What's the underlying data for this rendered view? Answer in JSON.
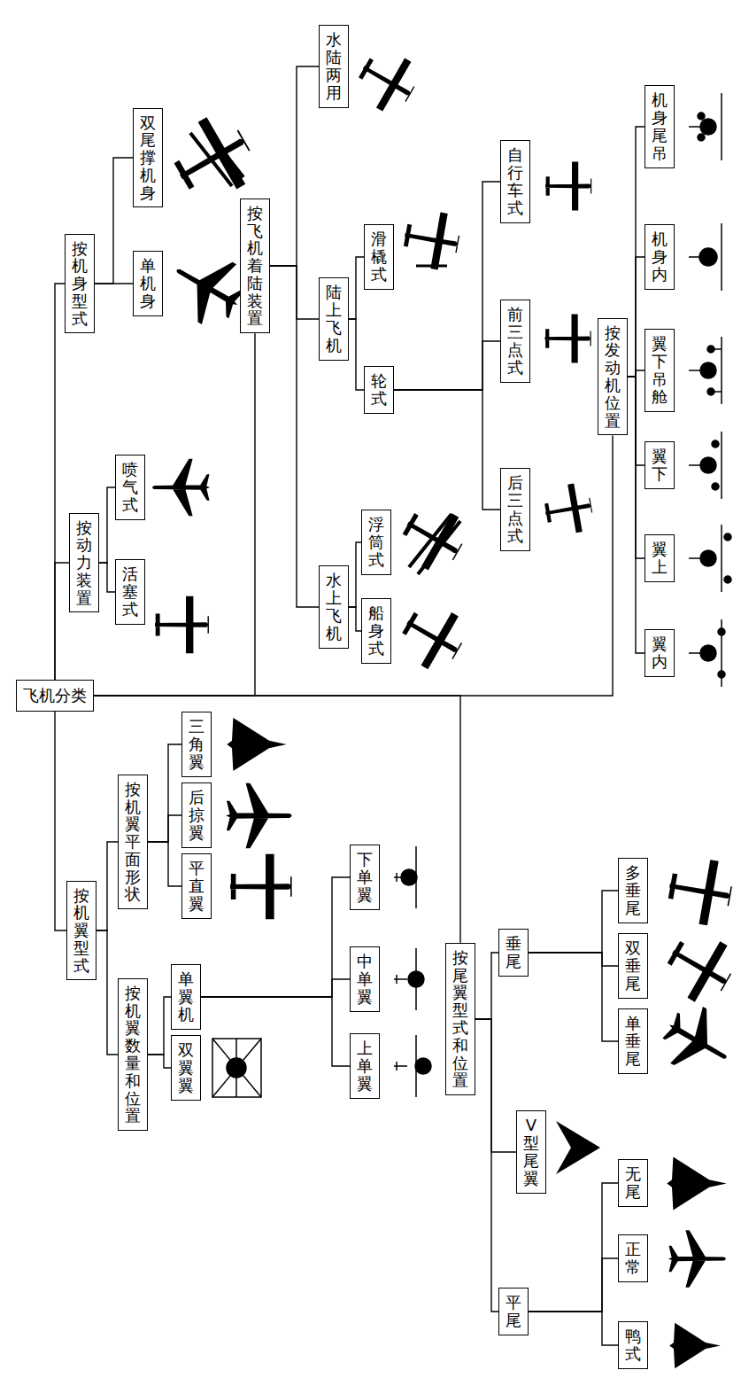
{
  "diagram": {
    "nodes": [
      {
        "text": [
          "飞机分类"
        ]
      },
      {
        "text": [
          "按机翼型式"
        ]
      },
      {
        "text": [
          "按机翼数量和位置"
        ]
      },
      {
        "text": [
          "双翼翼"
        ]
      },
      {
        "text": [
          "单翼机"
        ]
      },
      {
        "text": [
          "上单翼"
        ]
      },
      {
        "text": [
          "中单翼"
        ]
      },
      {
        "text": [
          "下单翼"
        ]
      },
      {
        "text": [
          "按机翼平面形状"
        ]
      },
      {
        "text": [
          "平直翼"
        ]
      },
      {
        "text": [
          "后掠翼"
        ]
      },
      {
        "text": [
          "三角翼"
        ]
      },
      {
        "text": [
          "按尾翼型式和位置"
        ]
      },
      {
        "text": [
          "平尾"
        ]
      },
      {
        "text": [
          "鸭式"
        ]
      },
      {
        "text": [
          "正常"
        ]
      },
      {
        "text": [
          "无尾"
        ]
      },
      {
        "text": [
          "V型尾翼"
        ]
      },
      {
        "text": [
          "垂尾"
        ]
      },
      {
        "text": [
          "单垂尾"
        ]
      },
      {
        "text": [
          "双垂尾"
        ]
      },
      {
        "text": [
          "多垂尾"
        ]
      },
      {
        "text": [
          "按动力装置"
        ]
      },
      {
        "text": [
          "活塞式"
        ]
      },
      {
        "text": [
          "喷气式"
        ]
      },
      {
        "text": [
          "按机身型式"
        ]
      },
      {
        "text": [
          "单机身"
        ]
      },
      {
        "text": [
          "双尾撑机身"
        ]
      },
      {
        "text": [
          "按飞机着陆装置"
        ]
      },
      {
        "text": [
          "水上飞机"
        ]
      },
      {
        "text": [
          "船身式"
        ]
      },
      {
        "text": [
          "浮筒式"
        ]
      },
      {
        "text": [
          "陆上飞机"
        ]
      },
      {
        "text": [
          "轮式"
        ]
      },
      {
        "text": [
          "后三点式"
        ]
      },
      {
        "text": [
          "前三点式"
        ]
      },
      {
        "text": [
          "自行车式"
        ]
      },
      {
        "text": [
          "滑橇式"
        ]
      },
      {
        "text": [
          "水陆两用"
        ]
      },
      {
        "text": [
          "按发动机位置"
        ]
      },
      {
        "text": [
          "翼内"
        ]
      },
      {
        "text": [
          "翼上"
        ]
      },
      {
        "text": [
          "翼下"
        ]
      },
      {
        "text": [
          "翼下吊舱"
        ]
      },
      {
        "text": [
          "机身内"
        ]
      },
      {
        "text": [
          "机身尾吊"
        ]
      }
    ],
    "edges": [
      {
        "from": 0,
        "to": 1,
        "arrow": "none"
      },
      {
        "from": 0,
        "to": 22,
        "arrow": "none"
      },
      {
        "from": 0,
        "to": 25,
        "arrow": "none"
      },
      {
        "from": 0,
        "to": 28,
        "arrow": "none"
      },
      {
        "from": 0,
        "to": 12,
        "arrow": "none"
      },
      {
        "from": 0,
        "to": 39,
        "arrow": "none"
      },
      {
        "from": 1,
        "to": 2,
        "arrow": "none"
      },
      {
        "from": 1,
        "to": 8,
        "arrow": "none"
      },
      {
        "from": 2,
        "to": 3,
        "arrow": "none"
      },
      {
        "from": 2,
        "to": 4,
        "arrow": "none"
      },
      {
        "from": 4,
        "to": 5,
        "arrow": "none"
      },
      {
        "from": 4,
        "to": 6,
        "arrow": "none"
      },
      {
        "from": 4,
        "to": 7,
        "arrow": "none"
      },
      {
        "from": 8,
        "to": 9,
        "arrow": "none"
      },
      {
        "from": 8,
        "to": 10,
        "arrow": "none"
      },
      {
        "from": 8,
        "to": 11,
        "arrow": "none"
      },
      {
        "from": 12,
        "to": 13,
        "arrow": "none"
      },
      {
        "from": 12,
        "to": 17,
        "arrow": "none"
      },
      {
        "from": 12,
        "to": 18,
        "arrow": "none"
      },
      {
        "from": 13,
        "to": 14,
        "arrow": "none"
      },
      {
        "from": 13,
        "to": 15,
        "arrow": "none"
      },
      {
        "from": 13,
        "to": 16,
        "arrow": "none"
      },
      {
        "from": 18,
        "to": 19,
        "arrow": "none"
      },
      {
        "from": 18,
        "to": 20,
        "arrow": "none"
      },
      {
        "from": 18,
        "to": 21,
        "arrow": "none"
      },
      {
        "from": 22,
        "to": 23,
        "arrow": "none"
      },
      {
        "from": 22,
        "to": 24,
        "arrow": "none"
      },
      {
        "from": 25,
        "to": 26,
        "arrow": "none"
      },
      {
        "from": 25,
        "to": 27,
        "arrow": "none"
      },
      {
        "from": 28,
        "to": 29,
        "arrow": "none"
      },
      {
        "from": 28,
        "to": 32,
        "arrow": "none"
      },
      {
        "from": 28,
        "to": 38,
        "arrow": "none"
      },
      {
        "from": 29,
        "to": 30,
        "arrow": "none"
      },
      {
        "from": 29,
        "to": 31,
        "arrow": "none"
      },
      {
        "from": 32,
        "to": 33,
        "arrow": "none"
      },
      {
        "from": 32,
        "to": 37,
        "arrow": "none"
      },
      {
        "from": 33,
        "to": 34,
        "arrow": "none"
      },
      {
        "from": 33,
        "to": 35,
        "arrow": "none"
      },
      {
        "from": 33,
        "to": 36,
        "arrow": "none"
      },
      {
        "from": 39,
        "to": 40,
        "arrow": "none"
      },
      {
        "from": 39,
        "to": 41,
        "arrow": "none"
      },
      {
        "from": 39,
        "to": 42,
        "arrow": "none"
      },
      {
        "from": 39,
        "to": 43,
        "arrow": "none"
      },
      {
        "from": 39,
        "to": 44,
        "arrow": "none"
      },
      {
        "from": 39,
        "to": 45,
        "arrow": "none"
      }
    ]
  }
}
